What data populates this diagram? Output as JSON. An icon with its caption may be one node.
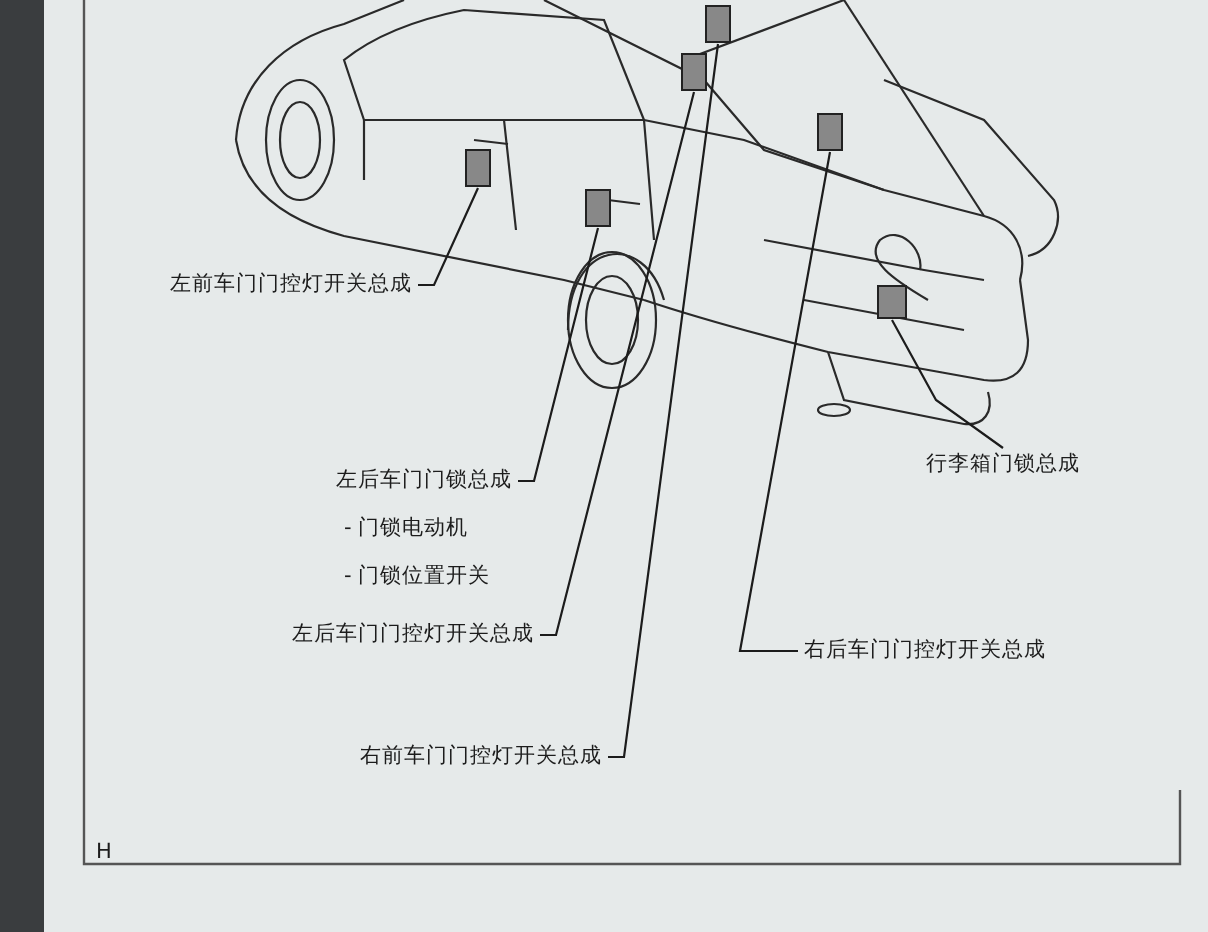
{
  "diagram": {
    "nodes": [
      {
        "text": [
          "左前车门门控灯开关总成"
        ]
      },
      {
        "text": [
          "左后车门门锁总成"
        ]
      },
      {
        "text": [
          "左后车门门控灯开关总成"
        ]
      },
      {
        "text": [
          "右前车门门控灯开关总成"
        ]
      },
      {
        "text": [
          "右后车门门控灯开关总成"
        ]
      },
      {
        "text": [
          "行李箱门锁总成"
        ]
      },
      {
        "text": [],
        "shape": "box"
      },
      {
        "text": [],
        "shape": "box"
      },
      {
        "text": [],
        "shape": "box"
      },
      {
        "text": [],
        "shape": "box"
      },
      {
        "text": [],
        "shape": "box"
      },
      {
        "text": [],
        "shape": "box"
      }
    ],
    "edges": [
      {
        "from": 0,
        "to": 6,
        "arrow": "none"
      },
      {
        "from": 1,
        "to": 7,
        "arrow": "none"
      },
      {
        "from": 2,
        "to": 8,
        "arrow": "none"
      },
      {
        "from": 3,
        "to": 9,
        "arrow": "none"
      },
      {
        "from": 4,
        "to": 10,
        "arrow": "none"
      },
      {
        "from": 5,
        "to": 11,
        "arrow": "none"
      }
    ],
    "labels": [
      "- 门锁电动机",
      "- 门锁位置开关",
      "H"
    ]
  }
}
